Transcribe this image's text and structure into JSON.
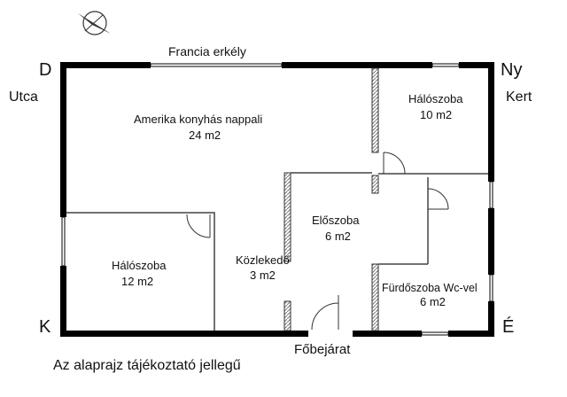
{
  "compass": {
    "north_west": "D",
    "north_east": "Ny",
    "south_west": "K",
    "south_east": "É"
  },
  "sides": {
    "left": "Utca",
    "right": "Kert"
  },
  "balcony": "Francia erkély",
  "entrance": "Főbejárat",
  "note": "Az alaprajz tájékoztató jellegű",
  "rooms": [
    {
      "name": "Amerika konyhás nappali",
      "area": "24 m2"
    },
    {
      "name": "Hálószoba",
      "area": "10 m2"
    },
    {
      "name": "Előszoba",
      "area": "6 m2"
    },
    {
      "name": "Hálószoba",
      "area": "12 m2"
    },
    {
      "name": "Közlekedő",
      "area": "3 m2"
    },
    {
      "name": "Fürdőszoba Wc-vel",
      "area": "6 m2"
    }
  ],
  "colors": {
    "wall": "#000000",
    "partition": "#555555",
    "hatch": "#888888"
  },
  "icons": [
    "north-arrow-icon"
  ]
}
